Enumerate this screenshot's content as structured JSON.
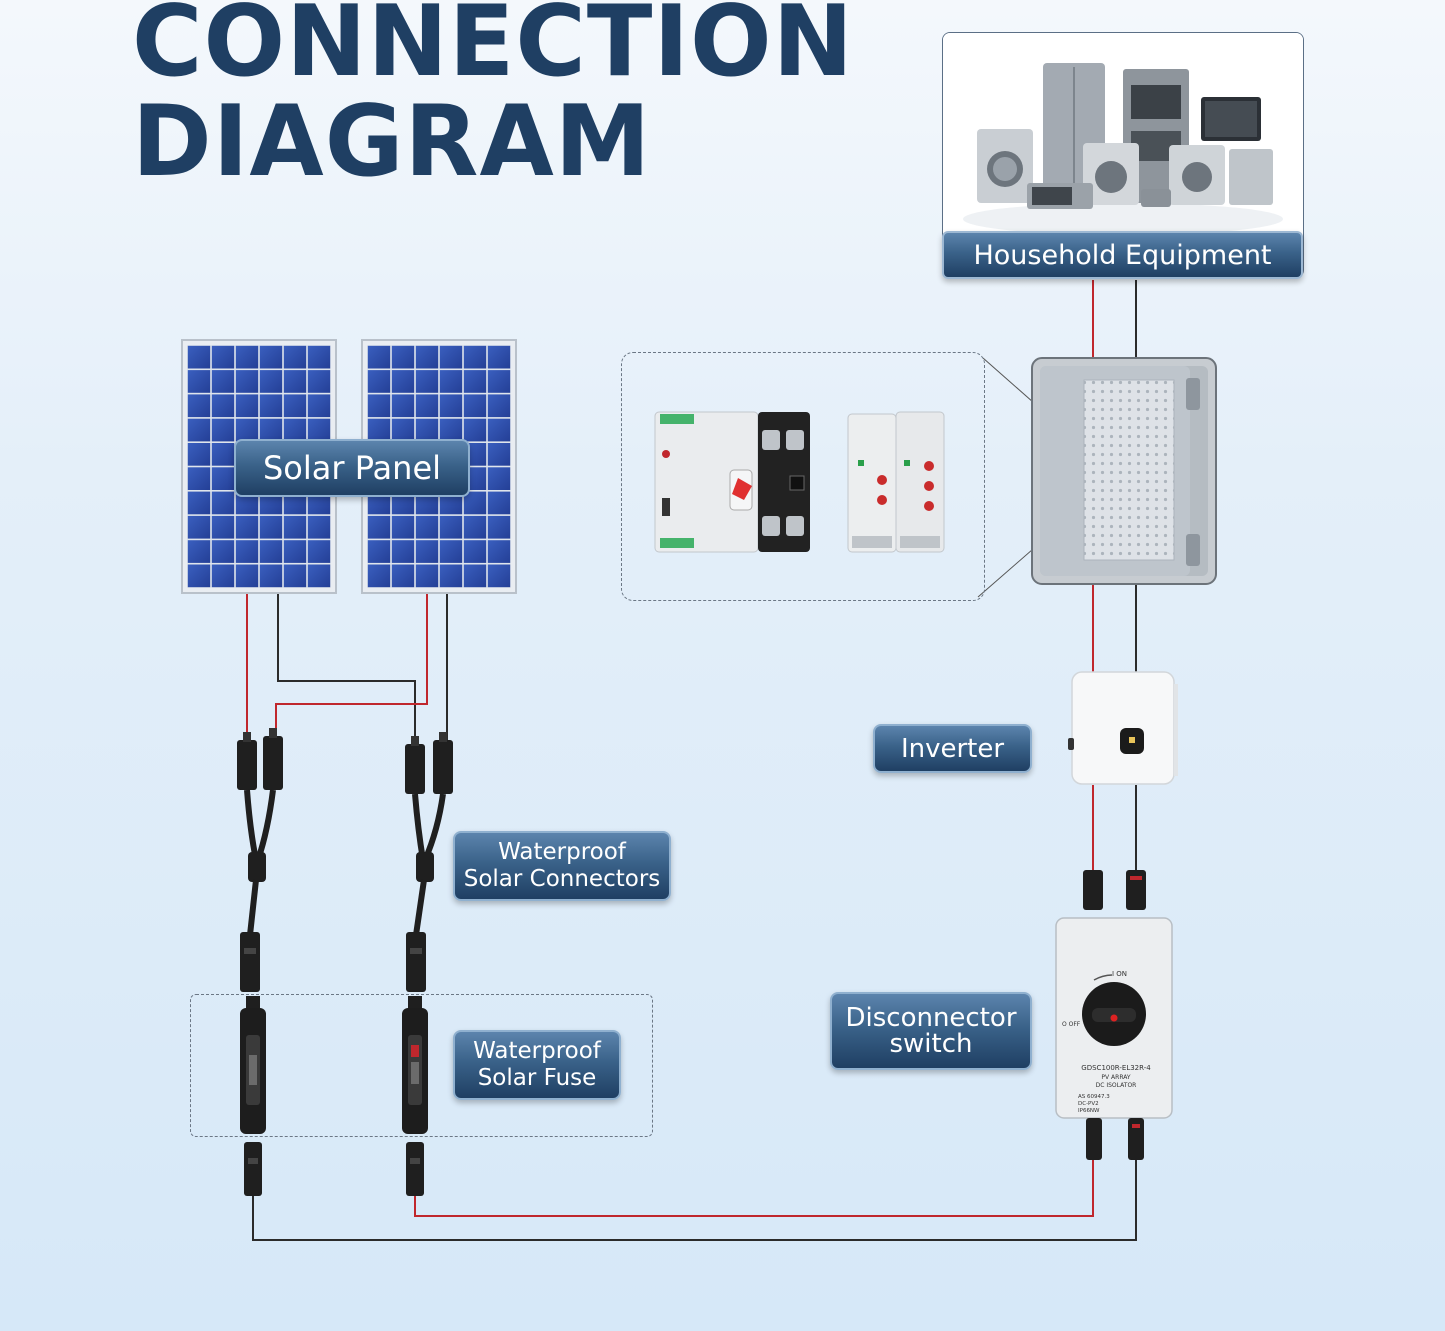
{
  "title": {
    "line1": "CONNECTION",
    "line2": "DIAGRAM"
  },
  "labels": {
    "household": "Household Equipment",
    "solar_panel": "Solar Panel",
    "inverter": "Inverter",
    "connectors": [
      "Waterproof",
      "Solar Connectors"
    ],
    "fuse": [
      "Waterproof",
      "Solar Fuse"
    ],
    "disconnector": [
      "Disconnector",
      "switch"
    ]
  },
  "device_text": {
    "switch_on": "I ON",
    "switch_off": "O OFF",
    "switch_model": "GDSC100R-EL32R-4",
    "switch_type": "PV ARRAY",
    "switch_type2": "DC ISOLATOR",
    "switch_spec1": "AS  60947.3",
    "switch_spec2": "DC-PV2",
    "switch_spec3": "IP66NW"
  },
  "colors": {
    "title": "#1f3f63",
    "wire_positive": "#c0272d",
    "wire_negative": "#2b2b2b",
    "label_bg": "#2f557c",
    "panel_cell": "#2f4fa8"
  }
}
